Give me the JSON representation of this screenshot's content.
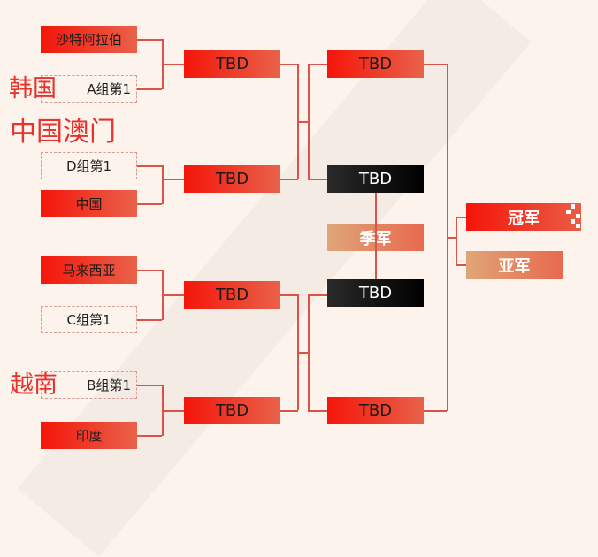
{
  "round1": [
    "沙特阿拉伯",
    "A组第1",
    "D组第1",
    "中国",
    "马来西亚",
    "C组第1",
    "B组第1",
    "印度"
  ],
  "round2": [
    "TBD",
    "TBD",
    "TBD",
    "TBD"
  ],
  "semis": [
    "TBD",
    "TBD"
  ],
  "third_place": {
    "top": "TBD",
    "label": "季军",
    "bottom": "TBD"
  },
  "finals": {
    "champion": "冠军",
    "runner_up": "亚军"
  },
  "annotations": [
    "韩国",
    "中国澳门",
    "越南"
  ]
}
